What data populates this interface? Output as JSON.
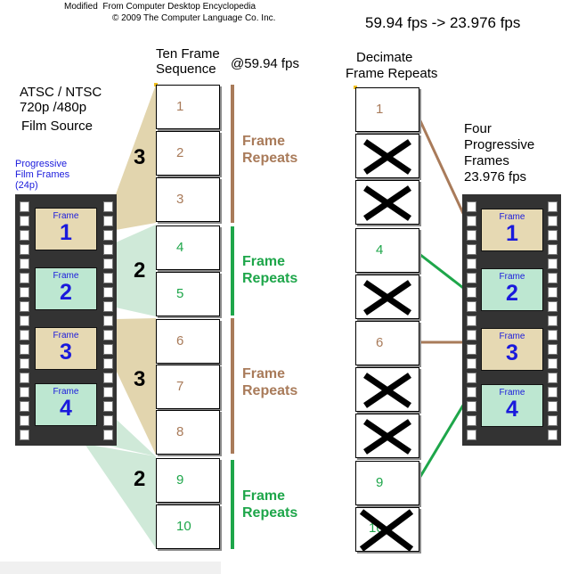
{
  "credit": {
    "modified": "Modified",
    "from": "From Computer Desktop Encyclopedia",
    "copyright": "© 2009 The Computer Language Co. Inc."
  },
  "title": "59.94 fps -> 23.976 fps",
  "source": {
    "line1": "ATSC / NTSC",
    "line2": "720p /480p",
    "line3": "Film Source",
    "film_label_1": "Progressive",
    "film_label_2": "Film Frames",
    "film_label_3": "(24p)"
  },
  "sequence": {
    "heading_1": "Ten Frame",
    "heading_2": "Sequence",
    "rate": "@59.94 fps",
    "frames": [
      "1",
      "2",
      "3",
      "4",
      "5",
      "6",
      "7",
      "8",
      "9",
      "10"
    ]
  },
  "groups": [
    {
      "count": "3",
      "label_1": "Frame",
      "label_2": "Repeats"
    },
    {
      "count": "2",
      "label_1": "Frame",
      "label_2": "Repeats"
    },
    {
      "count": "3",
      "label_1": "Frame",
      "label_2": "Repeats"
    },
    {
      "count": "2",
      "label_1": "Frame",
      "label_2": "Repeats"
    }
  ],
  "decimate": {
    "heading_1": "Decimate",
    "heading_2": "Frame Repeats",
    "kept": [
      "1",
      "4",
      "6",
      "9"
    ],
    "under_x": "10"
  },
  "output": {
    "line1": "Four",
    "line2": "Progressive",
    "line3": "Frames",
    "line4": "23.976 fps"
  },
  "film_frames": [
    {
      "label": "Frame",
      "number": "1"
    },
    {
      "label": "Frame",
      "number": "2"
    },
    {
      "label": "Frame",
      "number": "3"
    },
    {
      "label": "Frame",
      "number": "4"
    }
  ],
  "colors": {
    "film_odd": "#e6d9b3",
    "film_even": "#bde7d1",
    "wedge_odd": "#e2d5ae",
    "wedge_even": "#cfe9d8",
    "brown": "#a97b5a",
    "green": "#1ea64a"
  }
}
